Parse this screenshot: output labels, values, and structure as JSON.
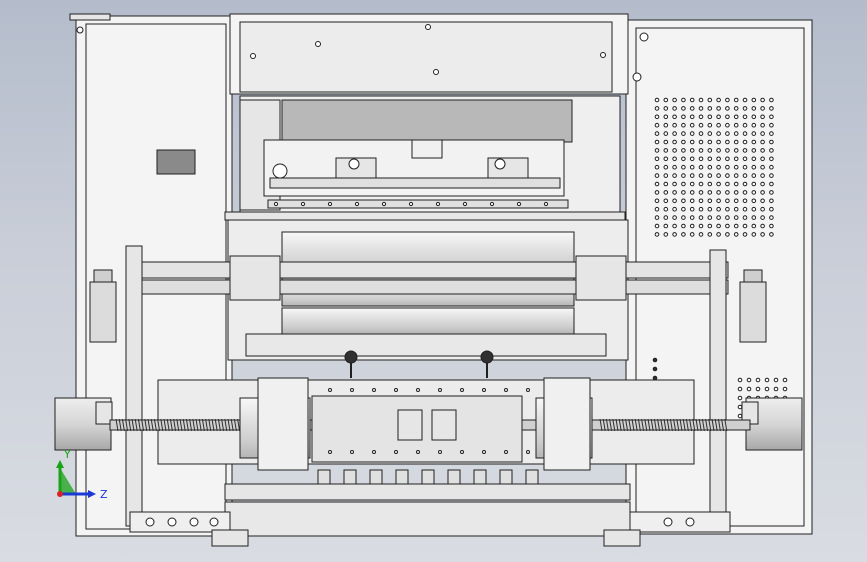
{
  "viewport": {
    "background_top": "#b4bccb",
    "background_bottom": "#d9dce2"
  },
  "colors": {
    "line": "#202020",
    "panel": "#f4f4f4",
    "part": "#e6e6e6",
    "roller": "#dcdcdc",
    "shade": "#b8b8b8",
    "dark": "#303030"
  },
  "triad": {
    "y_label": "Y",
    "z_label": "Z",
    "y_color": "#1aa31a",
    "z_color": "#1a3ad6",
    "origin_color": "#d82020"
  },
  "perforated_panel": {
    "cols": 14,
    "rows": 17
  }
}
